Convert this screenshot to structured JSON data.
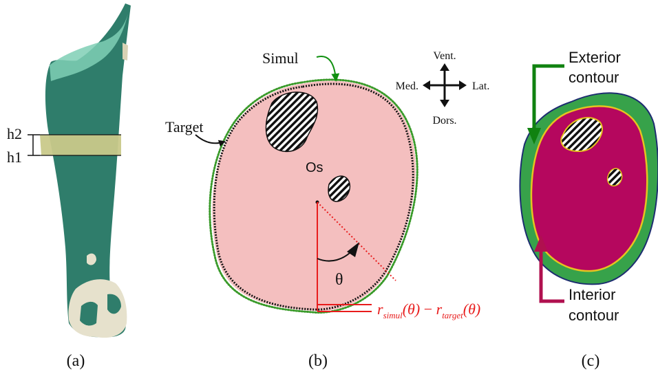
{
  "panel_a": {
    "label_h2": "h2",
    "label_h1": "h1",
    "caption": "(a)"
  },
  "panel_b": {
    "label_simul": "Simul",
    "label_target": "Target",
    "label_os": "Os",
    "label_theta": "θ",
    "compass": {
      "ventral": "Vent.",
      "medial": "Med.",
      "lateral": "Lat.",
      "dorsal": "Dors."
    },
    "formula": {
      "r": "r",
      "sub_simul": "simul",
      "arg": "(θ)",
      "minus": " − ",
      "sub_target": "target"
    },
    "caption": "(b)"
  },
  "panel_c": {
    "exterior_line1": "Exterior",
    "exterior_line2": "contour",
    "interior_line1": "Interior",
    "interior_line2": "contour",
    "caption": "(c)"
  },
  "colors": {
    "limb": "#2f7d6b",
    "limb_light": "#7fcfb5",
    "band": "#c9c98a",
    "simul": "#3a9a2a",
    "target": "#111111",
    "error_fill": "#f3b8b8",
    "red": "#e81c1c",
    "exterior": "#37a24a",
    "exterior_outline": "#1d2d70",
    "interior": "#b5075e",
    "interior_outline": "#e6c41f",
    "arrow_green": "#108210",
    "arrow_magenta": "#b0104f"
  }
}
